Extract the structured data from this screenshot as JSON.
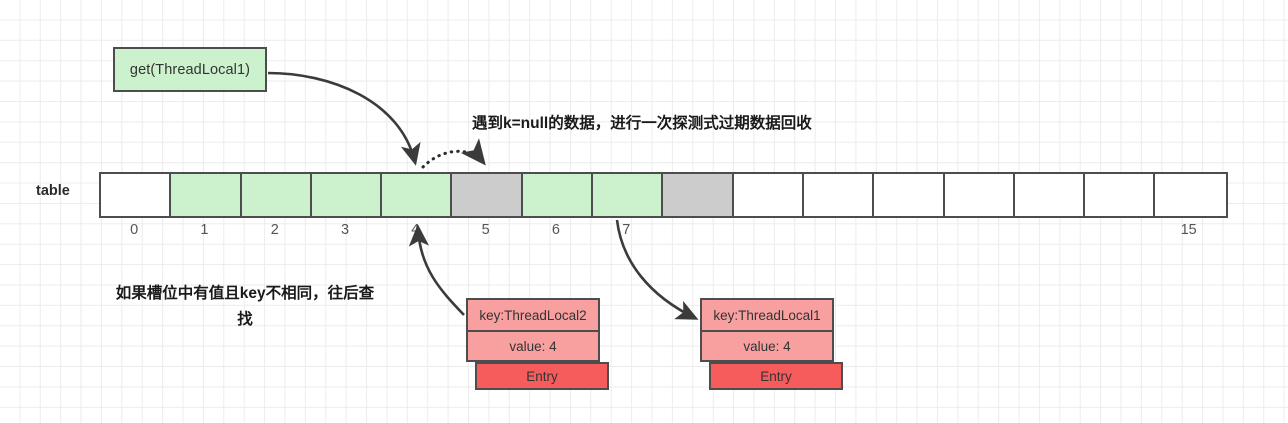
{
  "diagram": {
    "title_note_top": "遇到k=null的数据，进行一次探测式过期数据回收",
    "note_bottom_line1": "如果槽位中有值且key不相同，",
    "note_bottom_line2": "往后查找",
    "note_bottom": "如果槽位中有值且key不相同，往后查找"
  },
  "call_box": {
    "label": "get(ThreadLocal1)",
    "fill": "#ccf2cd",
    "stroke": "#4d4d4d"
  },
  "table": {
    "label": "table",
    "size": 16,
    "cells": [
      {
        "index": 0,
        "state": "empty"
      },
      {
        "index": 1,
        "state": "green"
      },
      {
        "index": 2,
        "state": "green"
      },
      {
        "index": 3,
        "state": "green"
      },
      {
        "index": 4,
        "state": "green"
      },
      {
        "index": 5,
        "state": "gray"
      },
      {
        "index": 6,
        "state": "green"
      },
      {
        "index": 7,
        "state": "green"
      },
      {
        "index": 8,
        "state": "gray"
      },
      {
        "index": 9,
        "state": "empty"
      },
      {
        "index": 10,
        "state": "empty"
      },
      {
        "index": 11,
        "state": "empty"
      },
      {
        "index": 12,
        "state": "empty"
      },
      {
        "index": 13,
        "state": "empty"
      },
      {
        "index": 14,
        "state": "empty"
      },
      {
        "index": 15,
        "state": "empty"
      }
    ],
    "visible_index_labels": [
      "0",
      "1",
      "2",
      "3",
      "4",
      "5",
      "6",
      "7"
    ],
    "last_index_label": "15",
    "colors": {
      "green": "#ccf2cd",
      "gray": "#cccccc",
      "empty": "#ffffff",
      "stroke": "#4d4d4d"
    }
  },
  "entries": [
    {
      "id": "entry-2",
      "key": "key:ThreadLocal2",
      "value": "value: 4",
      "tag": "Entry",
      "fill": "#f8a0a0",
      "tag_fill": "#f65c5c"
    },
    {
      "id": "entry-1",
      "key": "key:ThreadLocal1",
      "value": "value: 4",
      "tag": "Entry",
      "fill": "#f8a0a0",
      "tag_fill": "#f65c5c"
    }
  ],
  "arrows": [
    {
      "name": "get-to-slot4",
      "style": "solid",
      "from": "get(ThreadLocal1)",
      "to": "slot 4"
    },
    {
      "name": "slot4-to-slot5",
      "style": "dotted",
      "from": "slot 4",
      "to": "slot 5"
    },
    {
      "name": "entry2-to-slot4",
      "style": "solid",
      "from": "Entry key:ThreadLocal2",
      "to": "slot 4"
    },
    {
      "name": "slot7-to-entry1",
      "style": "solid",
      "from": "slot 7",
      "to": "Entry key:ThreadLocal1"
    }
  ]
}
